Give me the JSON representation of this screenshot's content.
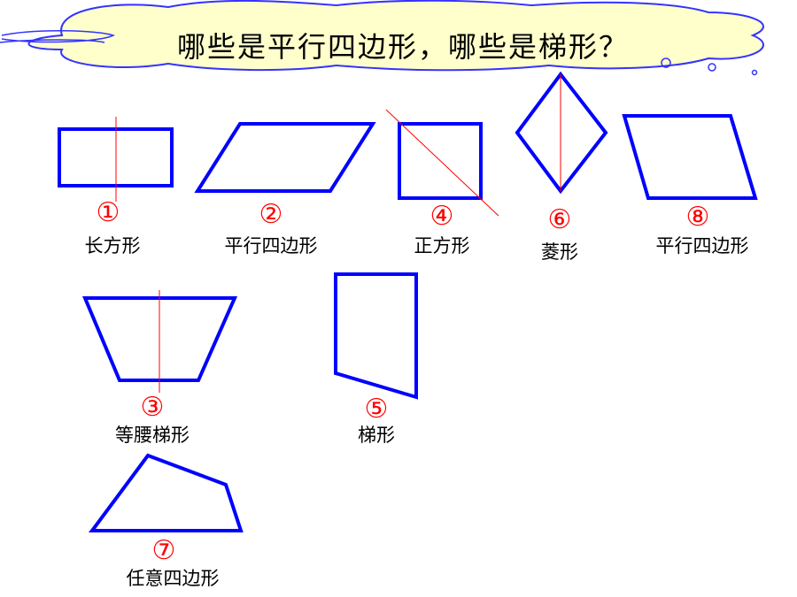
{
  "title": "哪些是平行四边形，哪些是梯形？",
  "colors": {
    "outline": "#0000ff",
    "axis": "#ff0000",
    "cloud": "#ffffcc",
    "cloud_border": "#3333ff",
    "number": "#ff0000"
  },
  "shapes": [
    {
      "num": "①",
      "name": "长方形"
    },
    {
      "num": "②",
      "name": "平行四边形"
    },
    {
      "num": "④",
      "name": "正方形"
    },
    {
      "num": "⑥",
      "name": "菱形"
    },
    {
      "num": "⑧",
      "name": "平行四边形"
    },
    {
      "num": "③",
      "name": "等腰梯形"
    },
    {
      "num": "⑤",
      "name": "梯形"
    },
    {
      "num": "⑦",
      "name": "任意四边形"
    }
  ]
}
